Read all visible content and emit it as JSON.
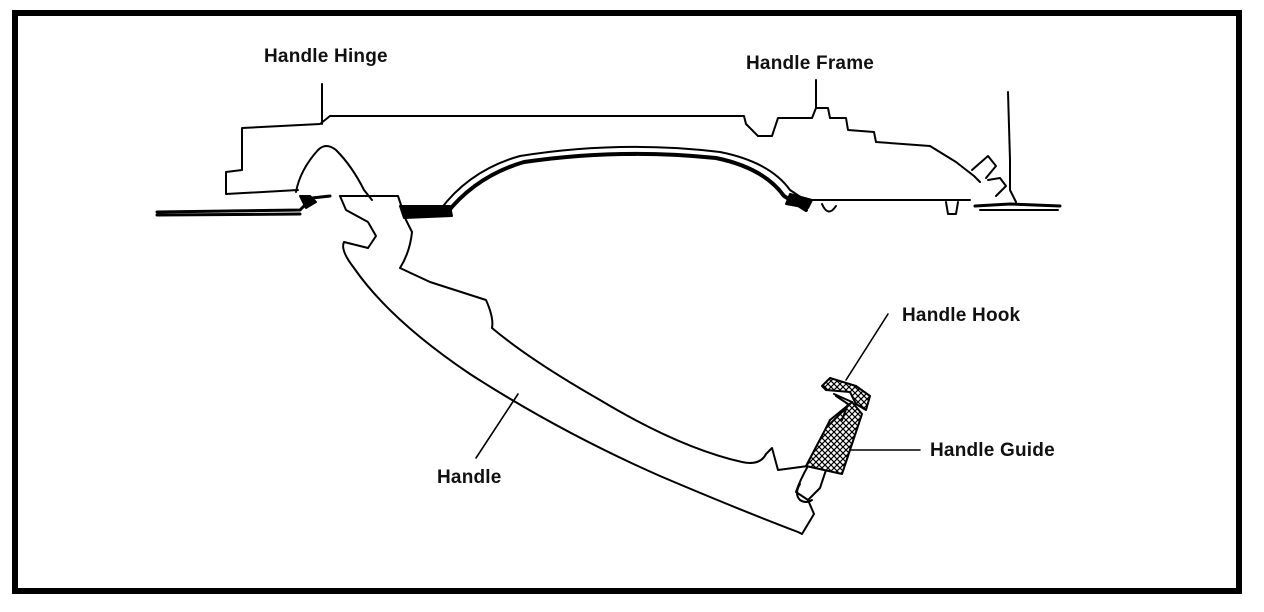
{
  "labels": {
    "handle_hinge": "Handle Hinge",
    "handle_frame": "Handle Frame",
    "handle_hook": "Handle Hook",
    "handle_guide": "Handle Guide",
    "handle": "Handle"
  },
  "colors": {
    "line": "#000000",
    "background": "#ffffff"
  }
}
